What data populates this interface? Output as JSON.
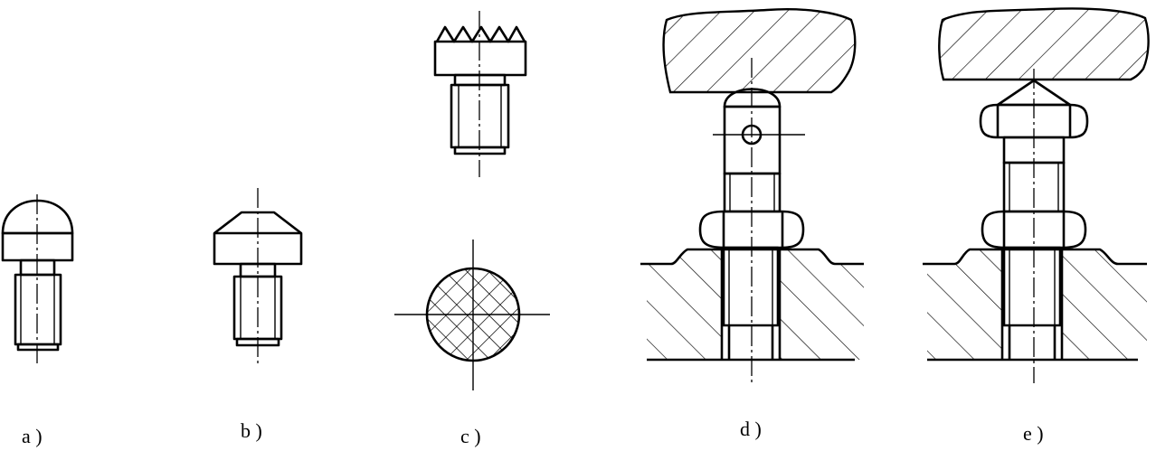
{
  "labels": {
    "a": "a )",
    "b": "b )",
    "c": "c )",
    "d": "d )",
    "e": "e )"
  }
}
